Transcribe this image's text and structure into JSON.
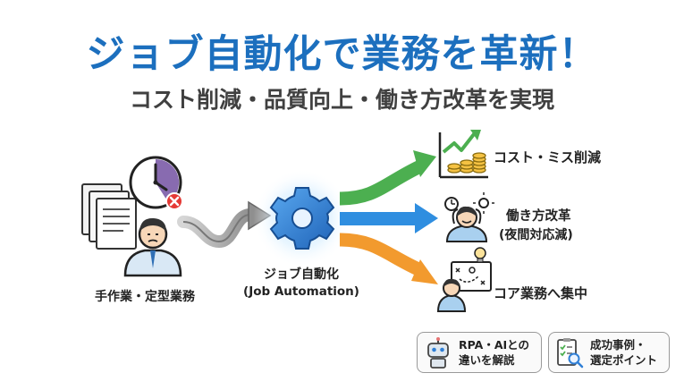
{
  "header": {
    "title": "ジョブ自動化で業務を革新！",
    "subtitle": "コスト削減・品質向上・働き方改革を実現"
  },
  "diagram": {
    "input_label": "手作業・定型業務",
    "process_label_line1": "ジョブ自動化",
    "process_label_line2": "(Job Automation)",
    "outputs": [
      {
        "label": "コスト・ミス削減",
        "color": "#4caf50",
        "icon": "growth-chart-coins-icon"
      },
      {
        "label_line1": "働き方改革",
        "label_line2": "(夜間対応減)",
        "color": "#2f8ee0",
        "icon": "relaxed-person-icon"
      },
      {
        "label": "コア業務へ集中",
        "color": "#f29a2e",
        "icon": "strategy-board-icon"
      }
    ]
  },
  "links": [
    {
      "line1": "RPA・AIとの",
      "line2": "違いを解説",
      "icon": "robot-icon"
    },
    {
      "line1": "成功事例・",
      "line2": "選定ポイント",
      "icon": "checklist-magnifier-icon"
    }
  ],
  "colors": {
    "title": "#1c6fbe",
    "gear": "#2f7fd6",
    "arrow_gray": "#9a9a9a",
    "green": "#4caf50",
    "blue": "#2f8ee0",
    "orange": "#f29a2e",
    "alert_red": "#e53935"
  }
}
